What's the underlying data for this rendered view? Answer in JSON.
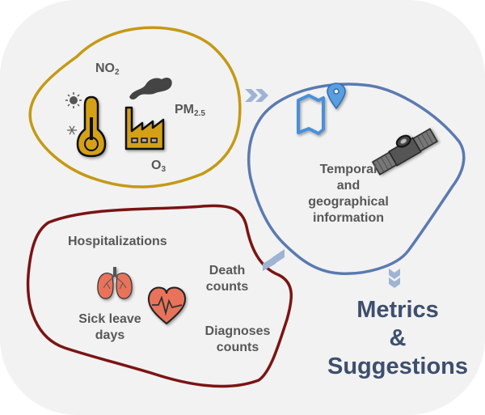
{
  "colors": {
    "background": "#f2f2f2",
    "environment_outline": "#c49a14",
    "health_outline": "#7b1414",
    "spatiotemporal_outline": "#5a7ab0",
    "arrow": "#9fb3d3",
    "text": "#575757",
    "output_text": "#3d4f6e",
    "icon_gold": "#d4a017",
    "icon_red": "#e8735a",
    "icon_blue": "#4a90d9"
  },
  "environment": {
    "no2": {
      "base": "NO",
      "sub": "2"
    },
    "pm25": {
      "base": "PM",
      "sub": "2.5"
    },
    "o3": {
      "base": "O",
      "sub": "3"
    },
    "icons": [
      "sun-icon",
      "snowflake-icon",
      "thermometer-icon",
      "smoke-icon",
      "factory-icon"
    ]
  },
  "spatiotemporal": {
    "lines": [
      "Temporal",
      "and",
      "geographical",
      "information"
    ],
    "icons": [
      "map-pin-icon",
      "satellite-icon"
    ]
  },
  "health": {
    "hospitalizations": "Hospitalizations",
    "death": [
      "Death",
      "counts"
    ],
    "sick_leave": [
      "Sick leave",
      "days"
    ],
    "diagnoses": [
      "Diagnoses",
      "counts"
    ],
    "icons": [
      "lungs-icon",
      "heart-pulse-icon"
    ]
  },
  "output": {
    "lines": [
      "Metrics",
      "&",
      "Suggestions"
    ]
  }
}
